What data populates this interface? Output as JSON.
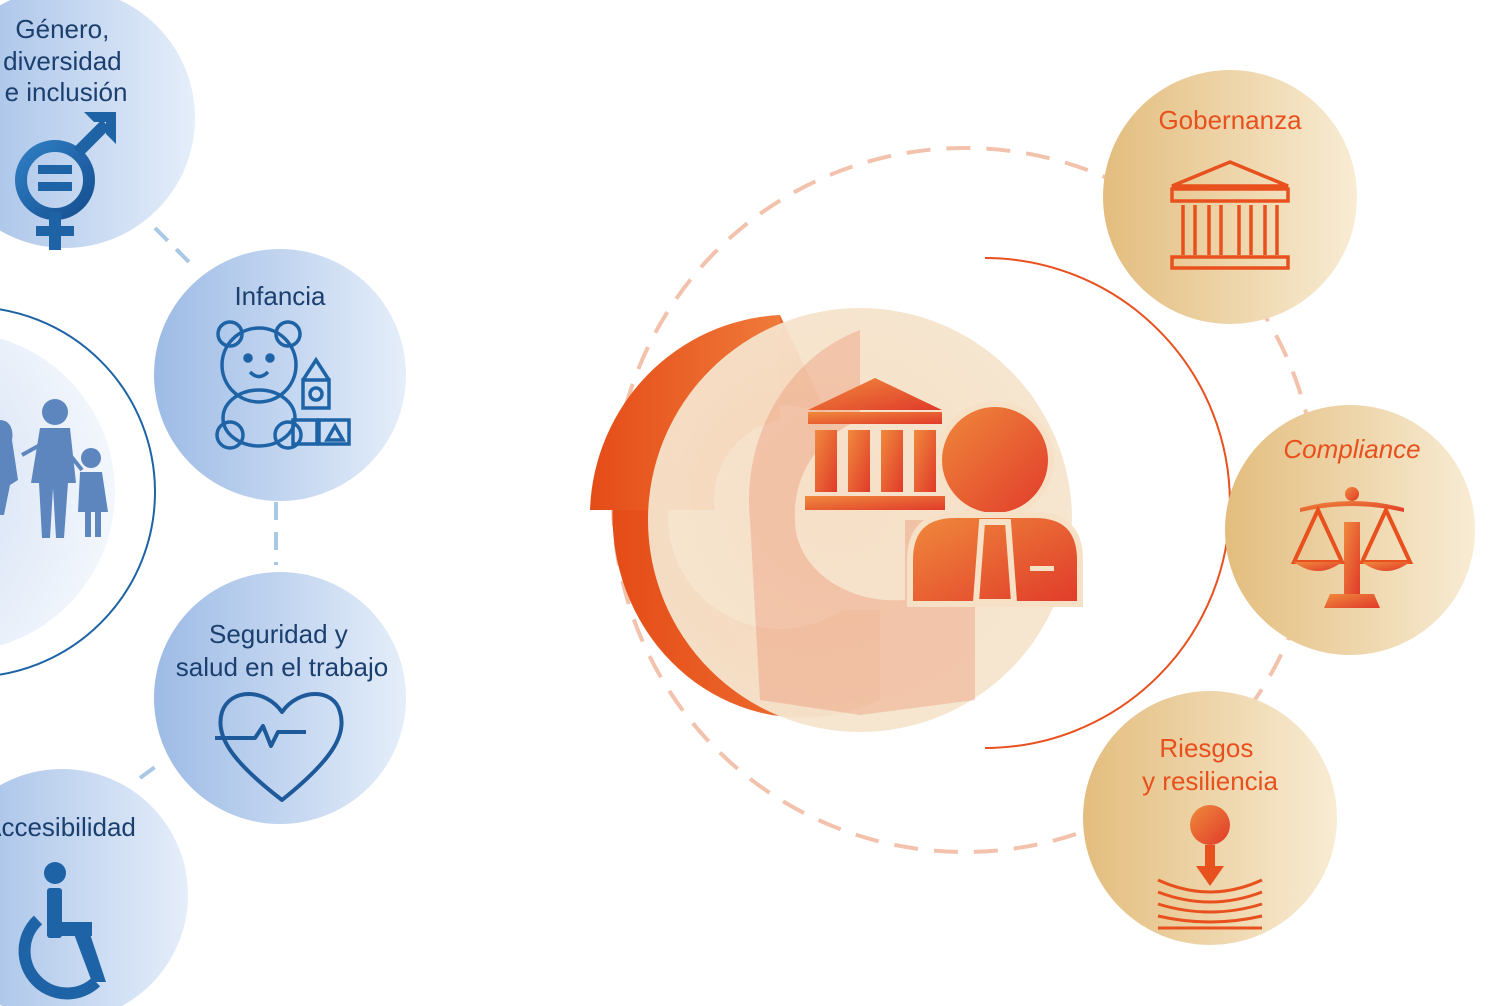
{
  "social": {
    "items": [
      {
        "label_lines": [
          "Género,",
          "diversidad",
          "e inclusión"
        ],
        "icon": "gender-equality-icon"
      },
      {
        "label_lines": [
          "Infancia"
        ],
        "icon": "teddy-bear-blocks-icon"
      },
      {
        "label_lines": [
          "Seguridad y",
          "salud en el trabajo"
        ],
        "icon": "heart-pulse-icon"
      },
      {
        "label_lines": [
          "Accesibilidad"
        ],
        "icon": "wheelchair-icon"
      }
    ],
    "center_icon": "family-icon",
    "colors": {
      "primary": "#1e63a6",
      "light": "#dbe6f6",
      "mid": "#a9c3e6",
      "dashes": "#a8c8e4"
    }
  },
  "governance": {
    "items": [
      {
        "label_lines": [
          "Gobernanza"
        ],
        "italic": false,
        "icon": "institution-building-icon"
      },
      {
        "label_lines": [
          "Compliance"
        ],
        "italic": true,
        "icon": "scales-of-justice-icon"
      },
      {
        "label_lines": [
          "Riesgos",
          "y resiliencia"
        ],
        "italic": false,
        "icon": "risk-impact-icon"
      }
    ],
    "center_icon": "governance-person-icon",
    "colors": {
      "primary": "#e8501e",
      "gold": "#e6c488",
      "light": "#f6e9cf",
      "dashes": "#f3c2ac"
    }
  }
}
